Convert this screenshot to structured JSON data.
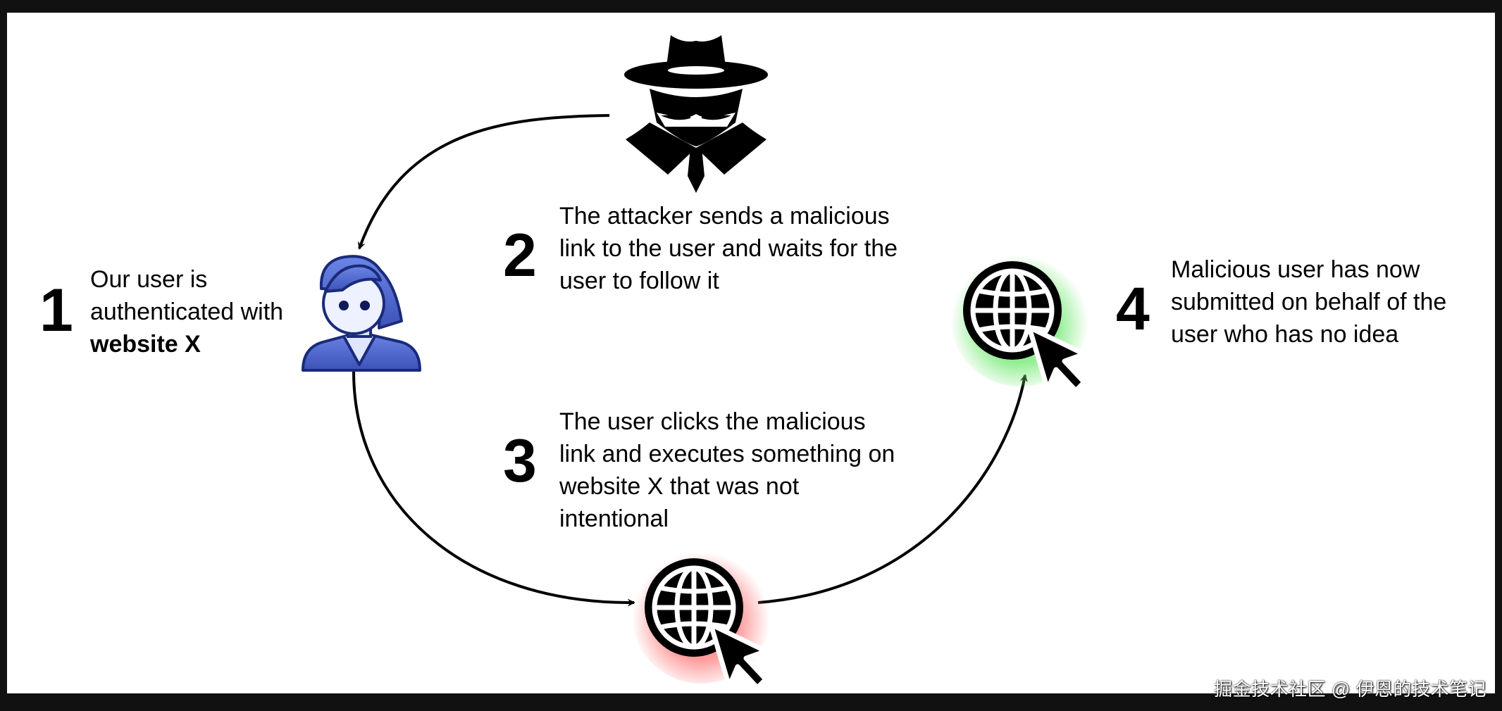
{
  "steps": [
    {
      "number": "1",
      "text_before": "Our user is authenticated with ",
      "text_bold": "website X"
    },
    {
      "number": "2",
      "text": "The attacker sends a malicious link to the user and waits for the user to follow it"
    },
    {
      "number": "3",
      "text": "The user clicks the malicious link and executes something on website X that was not intentional"
    },
    {
      "number": "4",
      "text": "Malicious user has now submitted on behalf of the user who has no idea"
    }
  ],
  "nodes": {
    "attacker": {
      "icon": "spy-hacker-icon"
    },
    "user": {
      "icon": "user-avatar-icon",
      "color": "#4b63c9"
    },
    "site_clicked": {
      "icon": "globe-cursor-icon",
      "glow": "#ff8a8a"
    },
    "site_submitted": {
      "icon": "globe-cursor-icon",
      "glow": "#7ef07e"
    }
  },
  "watermark": "掘金技术社区 @ 伊恩的技术笔记"
}
